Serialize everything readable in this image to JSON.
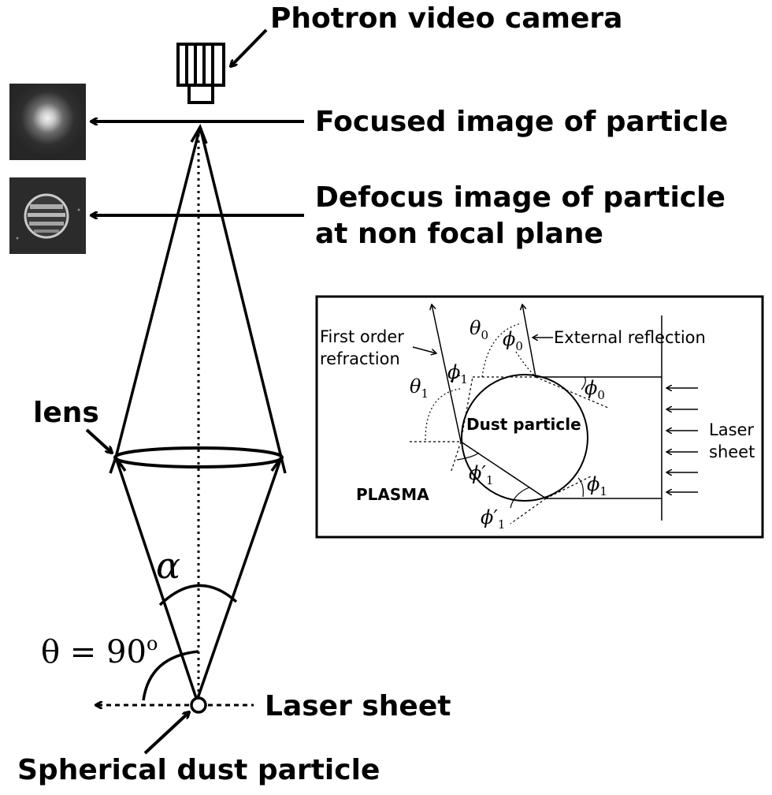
{
  "labels": {
    "camera": "Photron video camera",
    "focused": "Focused image of particle",
    "defocus_line1": "Defocus image of particle",
    "defocus_line2": "at non focal plane",
    "lens": "lens",
    "alpha": "α",
    "theta_eq": "θ = 90",
    "theta_sup": "o",
    "laser_sheet": "Laser sheet",
    "spherical": "Spherical dust particle"
  },
  "inset": {
    "first_order_1": "First order",
    "first_order_2": "refraction",
    "external_reflection": "External reflection",
    "dust_particle": "Dust particle",
    "laser_1": "Laser",
    "laser_2": "sheet",
    "plasma": "PLASMA",
    "theta0": "θ",
    "theta0_sub": "0",
    "theta1": "θ",
    "theta1_sub": "1",
    "phi0_top": "ϕ",
    "phi0_top_sub": "0",
    "phi0_right": "ϕ",
    "phi0_right_sub": "0",
    "phi1_top": "ϕ",
    "phi1_top_sub": "1",
    "phi1_right": "ϕ",
    "phi1_right_sub": "1",
    "phi1p_inner": "ϕ′",
    "phi1p_inner_sub": "1",
    "phi1p_bottom": "ϕ′",
    "phi1p_bottom_sub": "1"
  }
}
